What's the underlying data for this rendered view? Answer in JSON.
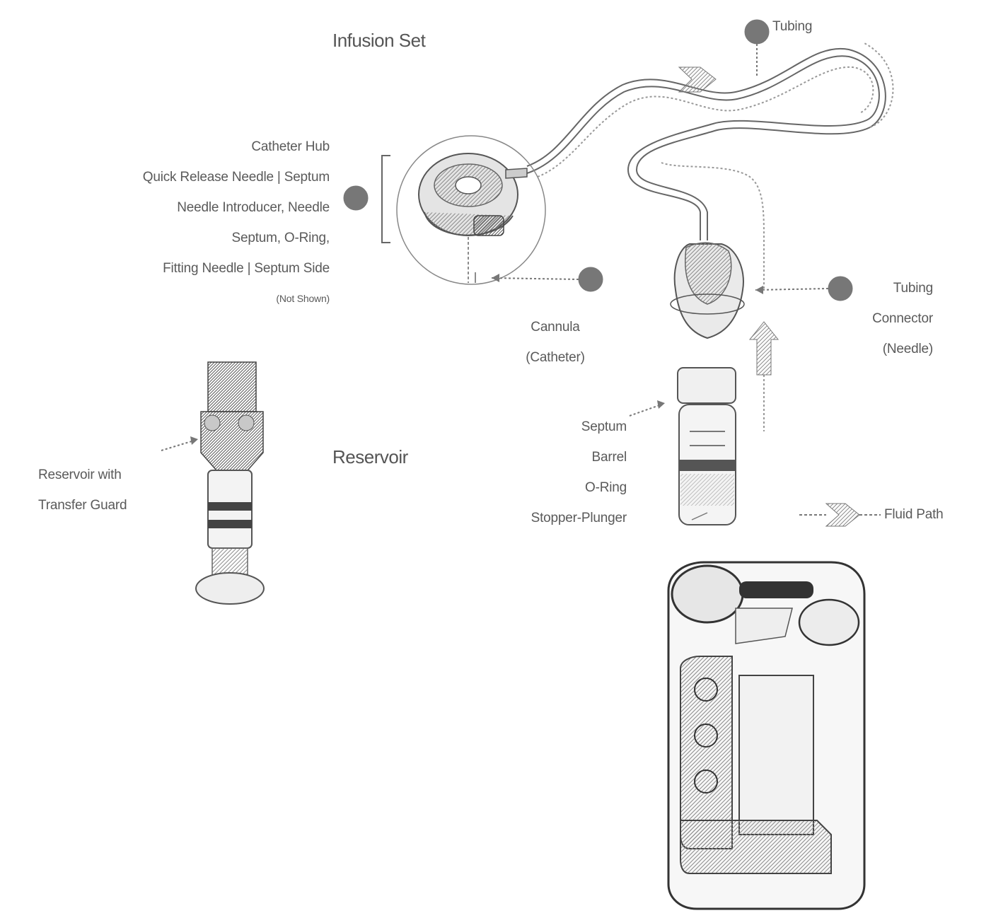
{
  "headings": {
    "infusion_set": "Infusion Set",
    "reservoir": "Reservoir"
  },
  "labels": {
    "tubing": "Tubing",
    "catheter_hub": "Catheter Hub",
    "quick_release": "Quick Release Needle | Septum",
    "needle_introducer": "Needle Introducer, Needle",
    "septum_oring": "Septum, O-Ring,",
    "fitting_needle": "Fitting Needle | Septum Side",
    "not_shown": "(Not Shown)",
    "cannula": "Cannula",
    "catheter": "(Catheter)",
    "tubing_connector_1": "Tubing",
    "tubing_connector_2": "Connector",
    "tubing_connector_3": "(Needle)",
    "septum": "Septum",
    "barrel": "Barrel",
    "o_ring": "O-Ring",
    "stopper_plunger": "Stopper-Plunger",
    "reservoir_with": "Reservoir with",
    "transfer_guard": "Transfer Guard",
    "fluid_path": "Fluid Path"
  },
  "colors": {
    "line": "#555555",
    "dark_fill": "#6a6a6a",
    "mid_fill": "#9a9a9a",
    "light_fill": "#d8d8d8",
    "callout_dot": "#777777"
  }
}
